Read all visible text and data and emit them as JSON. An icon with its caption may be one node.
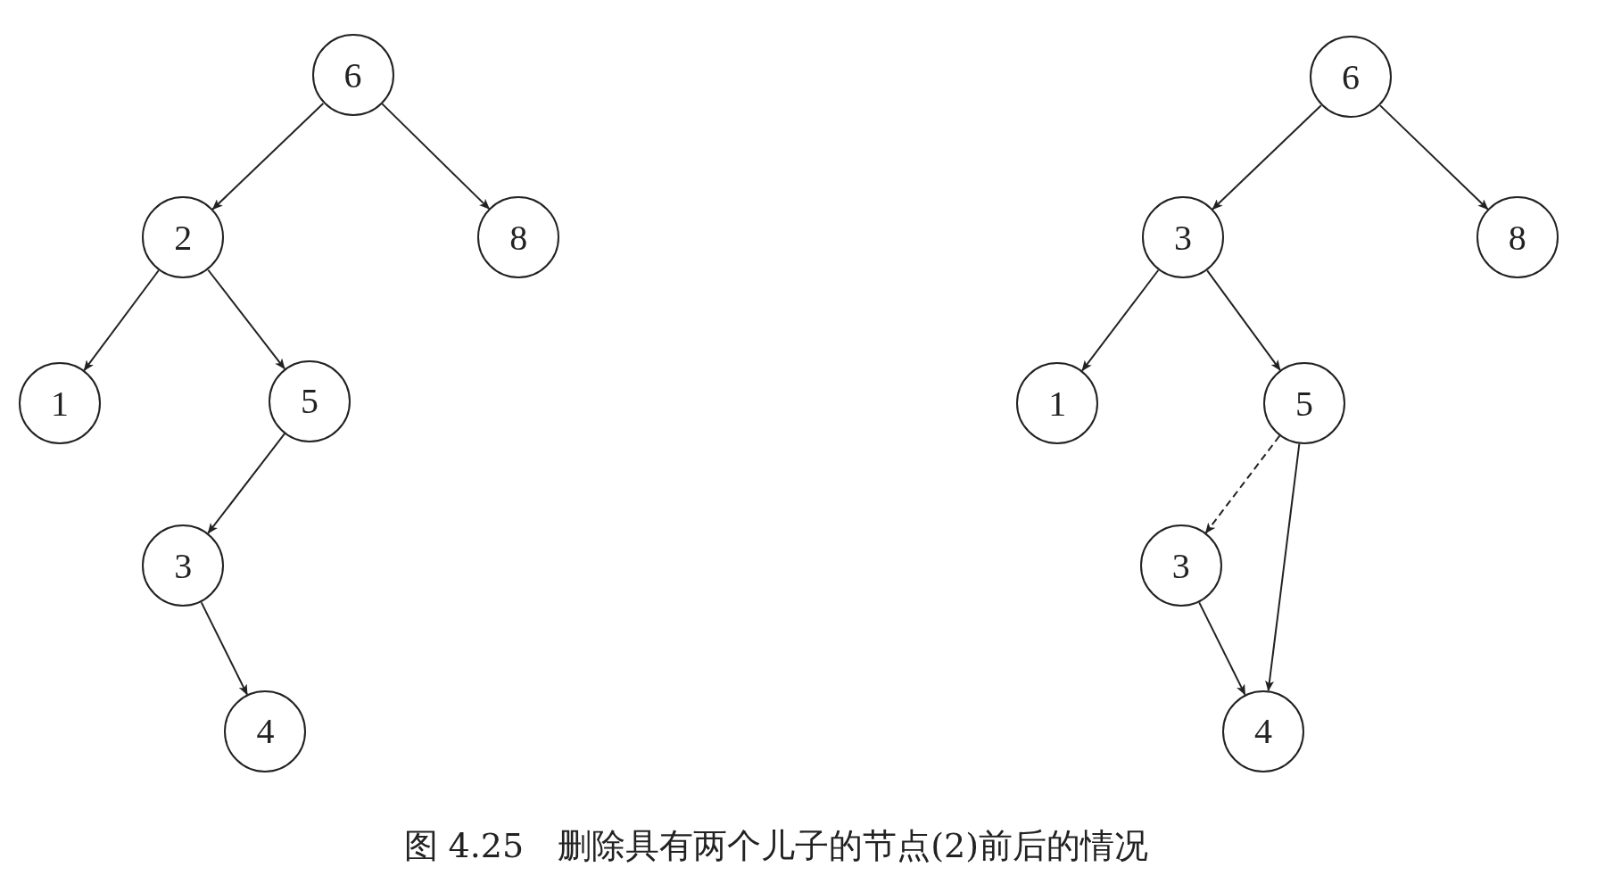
{
  "diagram": {
    "caption": "图 4.25　删除具有两个儿子的节点(2)前后的情况",
    "nodes": [
      {
        "text": [
          "6"
        ]
      },
      {
        "text": [
          "2"
        ]
      },
      {
        "text": [
          "8"
        ]
      },
      {
        "text": [
          "1"
        ]
      },
      {
        "text": [
          "5"
        ]
      },
      {
        "text": [
          "3"
        ]
      },
      {
        "text": [
          "4"
        ]
      },
      {
        "text": [
          "6"
        ]
      },
      {
        "text": [
          "3"
        ]
      },
      {
        "text": [
          "8"
        ]
      },
      {
        "text": [
          "1"
        ]
      },
      {
        "text": [
          "5"
        ]
      },
      {
        "text": [
          "3"
        ]
      },
      {
        "text": [
          "4"
        ]
      }
    ],
    "edges": [
      {
        "from": 0,
        "to": 1,
        "arrow": "to"
      },
      {
        "from": 0,
        "to": 2,
        "arrow": "to"
      },
      {
        "from": 1,
        "to": 3,
        "arrow": "to"
      },
      {
        "from": 1,
        "to": 4,
        "arrow": "to"
      },
      {
        "from": 4,
        "to": 5,
        "arrow": "to"
      },
      {
        "from": 5,
        "to": 6,
        "arrow": "to"
      },
      {
        "from": 7,
        "to": 8,
        "arrow": "to"
      },
      {
        "from": 7,
        "to": 9,
        "arrow": "to"
      },
      {
        "from": 8,
        "to": 10,
        "arrow": "to"
      },
      {
        "from": 8,
        "to": 11,
        "arrow": "to"
      },
      {
        "from": 11,
        "to": 12,
        "arrow": "to",
        "style": "dashed"
      },
      {
        "from": 12,
        "to": 13,
        "arrow": "to"
      },
      {
        "from": 11,
        "to": 13,
        "arrow": "to"
      }
    ]
  }
}
